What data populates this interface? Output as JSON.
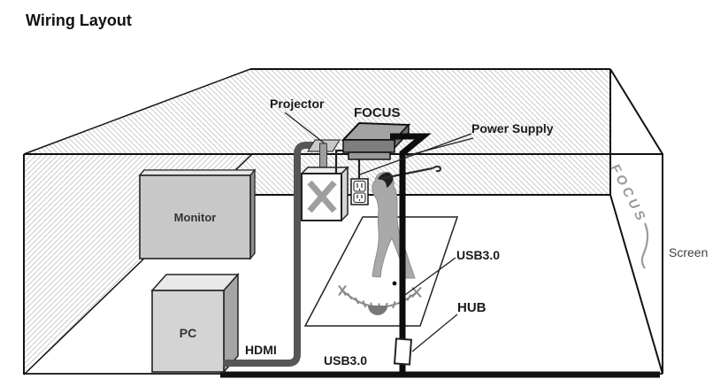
{
  "title": "Wiring Layout",
  "room": {
    "screen_label": "Screen",
    "screen_logo": "FOCUS"
  },
  "devices": {
    "projector": "Projector",
    "focus": "FOCUS",
    "power_supply": "Power Supply",
    "monitor": "Monitor",
    "pc": "PC",
    "hub": "HUB"
  },
  "cables": {
    "hdmi": "HDMI",
    "usb_floor": "USB3.0",
    "usb_mid": "USB3.0"
  },
  "colors": {
    "label_text": "#1a1a1a",
    "wall_hatch": "#c9c9c9",
    "cable_black": "#111111",
    "hdmi_gray": "#565656",
    "figure_gray": "#a9a9a9",
    "logo_gray": "#9b9b9b"
  }
}
